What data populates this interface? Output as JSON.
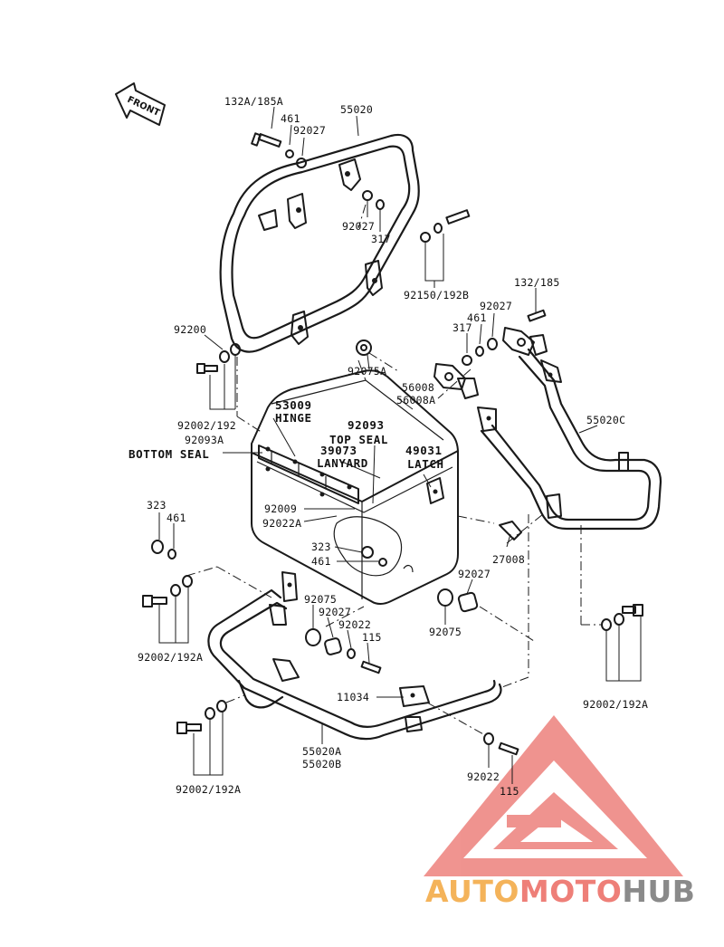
{
  "front_marker": "FRONT",
  "labels": {
    "l_132a_185a": "132A/185A",
    "l_461_a": "461",
    "l_92027_a": "92027",
    "l_55020": "55020",
    "l_92027_b": "92027",
    "l_317_a": "317",
    "l_92150_192b": "92150/192B",
    "l_132_185": "132/185",
    "l_92027_c": "92027",
    "l_461_b": "461",
    "l_317_b": "317",
    "l_92200": "92200",
    "l_92075a": "92075A",
    "l_56008": "56008",
    "l_56008a": "56008A",
    "l_55020c": "55020C",
    "l_53009": "53009",
    "l_hinge": "HINGE",
    "l_92093": "92093",
    "l_top_seal": "TOP SEAL",
    "l_92002_192_top": "92002/192",
    "l_92093a": "92093A",
    "l_bottom_seal": "BOTTOM SEAL",
    "l_39073": "39073",
    "l_lanyard": "LANYARD",
    "l_49031": "49031",
    "l_latch": "LATCH",
    "l_92009": "92009",
    "l_92022a": "92022A",
    "l_323_a": "323",
    "l_461_c": "461",
    "l_323_b": "323",
    "l_461_d": "461",
    "l_27008": "27008",
    "l_92027_d": "92027",
    "l_92075_a": "92075",
    "l_92027_e": "92027",
    "l_92022_a": "92022",
    "l_115_a": "115",
    "l_92075_b": "92075",
    "l_92002_192a_l": "92002/192A",
    "l_92002_192a_r": "92002/192A",
    "l_11034": "11034",
    "l_55020a": "55020A",
    "l_55020b": "55020B",
    "l_92022_b": "92022",
    "l_115_b": "115",
    "l_92002_192a_b": "92002/192A"
  },
  "watermark": {
    "part1": "AUTO",
    "part2": "MOTO",
    "part3": "HUB",
    "color1": "#f4b35a",
    "color2": "#ee7f78",
    "color3": "#8a8a8a",
    "logo_color": "#ef8e8a"
  }
}
